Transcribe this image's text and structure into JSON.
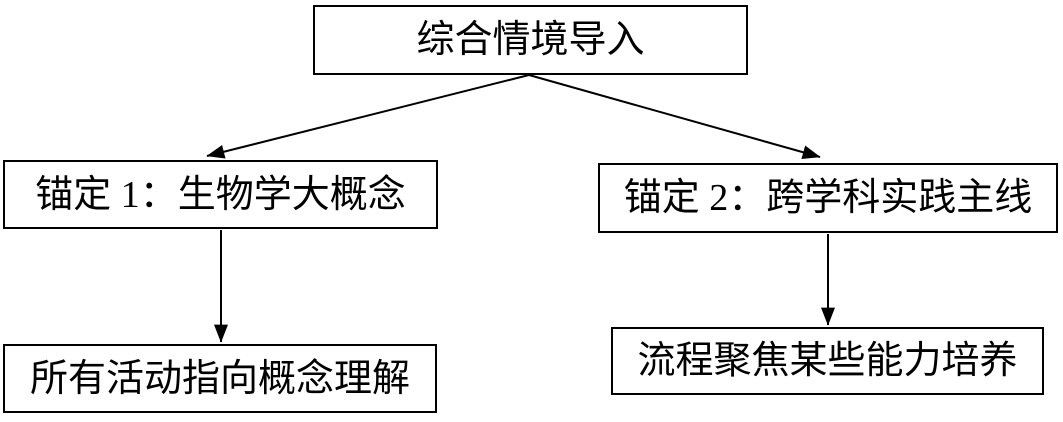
{
  "diagram": {
    "type": "flowchart",
    "background_color": "#ffffff",
    "line_color": "#000000",
    "text_color": "#000000",
    "nodes": {
      "root": {
        "label": "综合情境导入"
      },
      "anchor1": {
        "label": "锚定 1：生物学大概念"
      },
      "anchor2": {
        "label": "锚定 2：跨学科实践主线"
      },
      "anchor1_outcome": {
        "label": "所有活动指向概念理解"
      },
      "anchor2_outcome": {
        "label": "流程聚焦某些能力培养"
      }
    },
    "edges": [
      {
        "from": "root",
        "to": "anchor1",
        "style": "arrow"
      },
      {
        "from": "root",
        "to": "anchor2",
        "style": "arrow"
      },
      {
        "from": "anchor1",
        "to": "anchor1_outcome",
        "style": "arrow"
      },
      {
        "from": "anchor2",
        "to": "anchor2_outcome",
        "style": "arrow"
      }
    ]
  }
}
